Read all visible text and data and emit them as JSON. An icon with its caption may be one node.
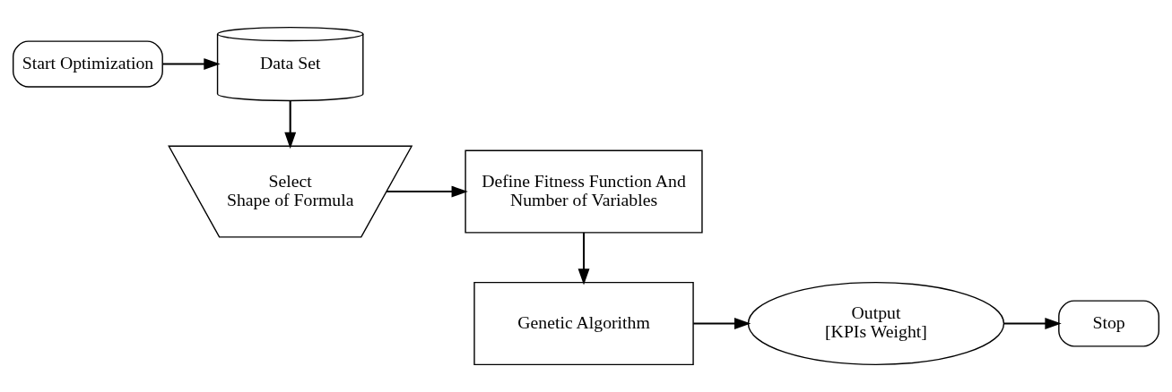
{
  "diagram": {
    "nodes": [
      {
        "text": [
          "Start Optimization"
        ]
      },
      {
        "text": [
          "Data Set"
        ]
      },
      {
        "text": [
          "Select Shape of Formula"
        ]
      },
      {
        "text": [
          "Define Fitness Function And Number of Variables"
        ]
      },
      {
        "text": [
          "Genetic Algorithm"
        ]
      },
      {
        "text": [
          "Output [KPIs Weight]"
        ]
      },
      {
        "text": [
          "Stop"
        ]
      }
    ],
    "edges": [
      {
        "from": 0,
        "to": 1,
        "arrow": "to"
      },
      {
        "from": 1,
        "to": 2,
        "arrow": "to"
      },
      {
        "from": 2,
        "to": 3,
        "arrow": "to"
      },
      {
        "from": 3,
        "to": 4,
        "arrow": "to"
      },
      {
        "from": 4,
        "to": 5,
        "arrow": "to"
      },
      {
        "from": 5,
        "to": 6,
        "arrow": "to"
      }
    ]
  }
}
